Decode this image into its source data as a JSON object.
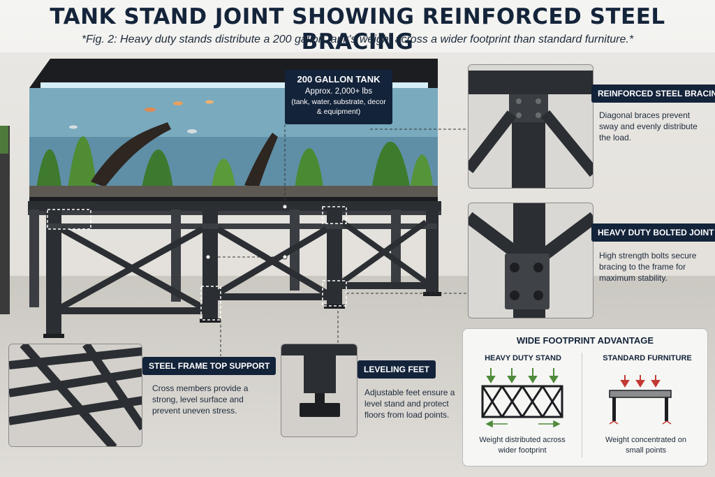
{
  "title": "TANK STAND JOINT SHOWING REINFORCED STEEL BRACING",
  "subtitle": "*Fig. 2: Heavy duty stands distribute a 200 gallon tank's weight across a wider footprint than standard furniture.*",
  "tank_label": {
    "heading": "200 GALLON TANK",
    "weight": "Approx. 2,000+ lbs",
    "contents": "(tank, water, substrate, decor & equipment)"
  },
  "callouts": {
    "reinforced_bracing": {
      "label": "REINFORCED STEEL BRACING",
      "description": "Diagonal braces prevent sway and evenly distribute the load."
    },
    "bolted_joint": {
      "label": "HEAVY DUTY BOLTED JOINT",
      "description": "High strength bolts secure bracing to the frame for maximum stability."
    },
    "top_support": {
      "label": "STEEL FRAME TOP SUPPORT",
      "description": "Cross members provide a strong, level surface and prevent uneven stress."
    },
    "leveling_feet": {
      "label": "LEVELING FEET",
      "description": "Adjustable feet ensure a level stand and protect floors from load points."
    }
  },
  "footprint": {
    "title": "WIDE FOOTPRINT ADVANTAGE",
    "heavy_duty": {
      "label": "HEAVY DUTY STAND",
      "caption": "Weight distributed across wider footprint"
    },
    "standard": {
      "label": "STANDARD FURNITURE",
      "caption": "Weight concentrated on small points"
    }
  },
  "colors": {
    "navy": "#13233a",
    "steel": "#2b2e32",
    "arrow_green": "#4e8a3a",
    "arrow_red": "#c23a33"
  }
}
